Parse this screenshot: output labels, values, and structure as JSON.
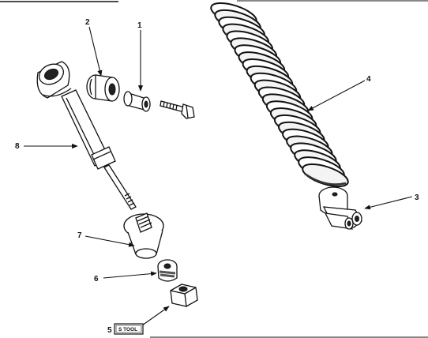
{
  "callouts": {
    "c1": "1",
    "c2": "2",
    "c3": "3",
    "c4": "4",
    "c5": "5",
    "c6": "6",
    "c7": "7",
    "c8": "8"
  },
  "tool_badge": "S TOOL",
  "colors": {
    "ink": "#111111",
    "background": "#ffffff"
  }
}
